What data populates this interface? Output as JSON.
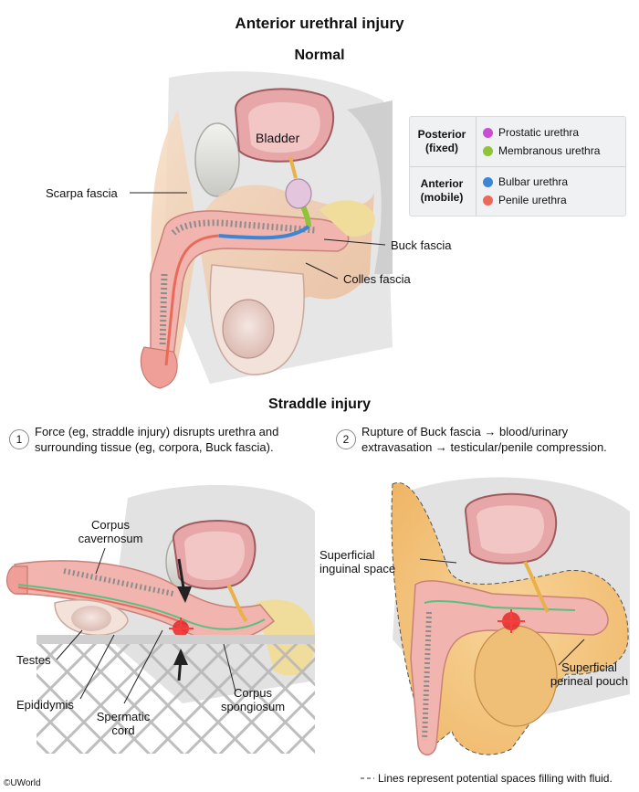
{
  "title": "Anterior urethral injury",
  "normal": {
    "heading": "Normal",
    "labels": {
      "bladder": "Bladder",
      "scarpa": "Scarpa fascia",
      "buck": "Buck fascia",
      "colles": "Colles fascia"
    }
  },
  "legend": {
    "groups": [
      {
        "category": "Posterior (fixed)",
        "items": [
          {
            "label": "Prostatic urethra",
            "color": "#c84fd1"
          },
          {
            "label": "Membranous urethra",
            "color": "#8fc43a"
          }
        ]
      },
      {
        "category": "Anterior (mobile)",
        "items": [
          {
            "label": "Bulbar urethra",
            "color": "#3d86d4"
          },
          {
            "label": "Penile urethra",
            "color": "#ea6a5a"
          }
        ]
      }
    ]
  },
  "straddle": {
    "heading": "Straddle injury",
    "step1": {
      "number": "1",
      "text": "Force (eg, straddle injury) disrupts urethra and surrounding tissue (eg, corpora, Buck fascia)."
    },
    "step2": {
      "number": "2",
      "text": "Rupture of Buck fascia → blood/urinary extravasation → testicular/penile compression."
    },
    "labels": {
      "corpus_cavernosum": "Corpus cavernosum",
      "testes": "Testes",
      "epididymis": "Epididymis",
      "spermatic_cord": "Spermatic cord",
      "corpus_spongiosum": "Corpus spongiosum",
      "superficial_inguinal": "Superficial inguinal space",
      "superficial_perineal": "Superficial perineal pouch"
    }
  },
  "footnote": "Lines represent potential spaces filling with fluid.",
  "copyright": "©UWorld"
}
